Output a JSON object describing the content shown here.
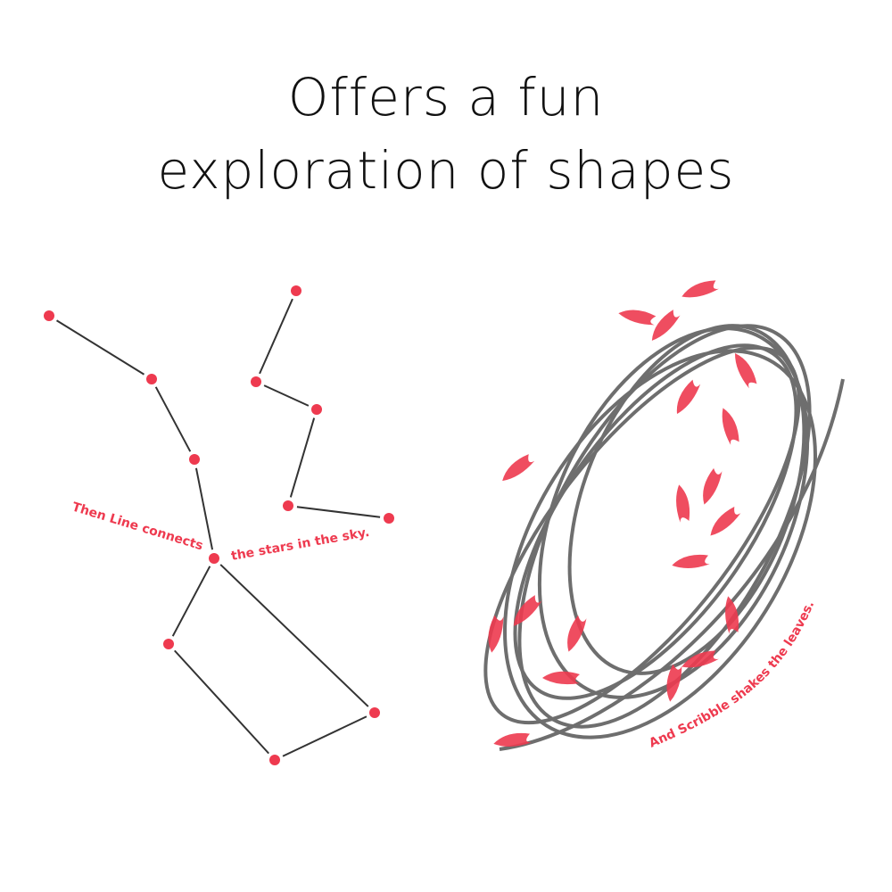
{
  "title": {
    "line1": "Offers a fun",
    "line2": "exploration of shapes"
  },
  "captions": {
    "line_part1": "Then Line connects",
    "line_part2": "the stars in the sky.",
    "scribble": "And Scribble shakes the leaves."
  },
  "colors": {
    "accent": "#ee3a4f",
    "line": "#333333",
    "scribble": "#555555"
  }
}
